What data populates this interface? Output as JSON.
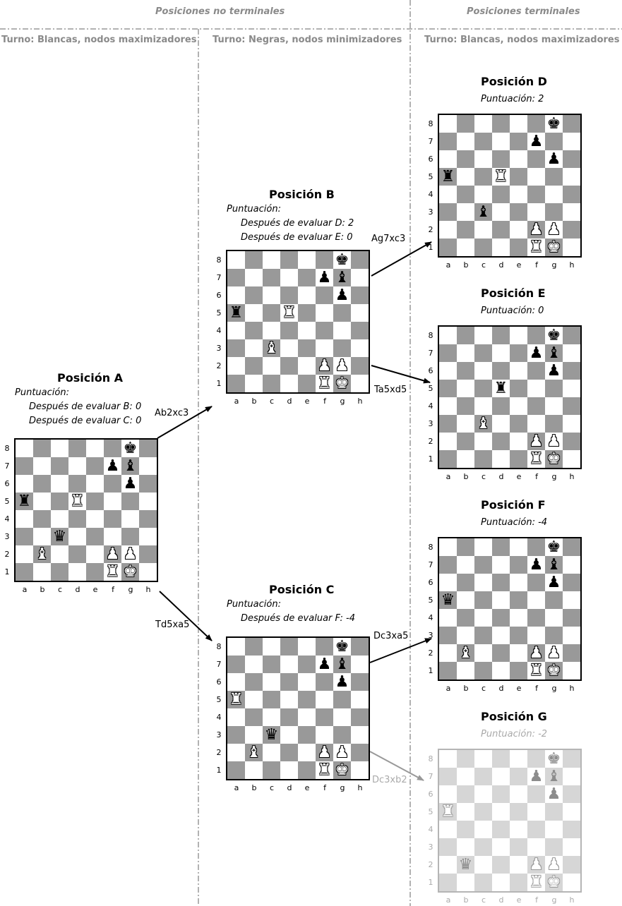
{
  "headers": {
    "non_terminal": "Posiciones no terminales",
    "terminal": "Posiciones terminales"
  },
  "turns": {
    "col1": "Turno: Blancas, nodos maximizadores",
    "col2": "Turno: Negras, nodos minimizadores",
    "col3": "Turno: Blancas, nodos maximizadores"
  },
  "files": [
    "a",
    "b",
    "c",
    "d",
    "e",
    "f",
    "g",
    "h"
  ],
  "ranks": [
    "8",
    "7",
    "6",
    "5",
    "4",
    "3",
    "2",
    "1"
  ],
  "colors": {
    "dark_square": "#999999",
    "light_square": "#ffffff",
    "faded_dark_square": "#d6d6d6",
    "arrow": "#000000",
    "faded_arrow": "#999999"
  },
  "positions": {
    "A": {
      "title": "Posición A",
      "score_label": "Puntuación:",
      "score_lines": [
        "Después de evaluar B: 0",
        "Después de evaluar C: 0"
      ],
      "pieces": [
        {
          "sq": "g8",
          "p": "bk"
        },
        {
          "sq": "f7",
          "p": "bp"
        },
        {
          "sq": "g7",
          "p": "bb"
        },
        {
          "sq": "g6",
          "p": "bp"
        },
        {
          "sq": "a5",
          "p": "br"
        },
        {
          "sq": "d5",
          "p": "wr"
        },
        {
          "sq": "c3",
          "p": "bq"
        },
        {
          "sq": "b2",
          "p": "wb"
        },
        {
          "sq": "f2",
          "p": "wp"
        },
        {
          "sq": "g2",
          "p": "wp"
        },
        {
          "sq": "f1",
          "p": "wr"
        },
        {
          "sq": "g1",
          "p": "wk"
        }
      ]
    },
    "B": {
      "title": "Posición B",
      "score_label": "Puntuación:",
      "score_lines": [
        "Después de evaluar D: 2",
        "Después de evaluar E: 0"
      ],
      "pieces": [
        {
          "sq": "g8",
          "p": "bk"
        },
        {
          "sq": "f7",
          "p": "bp"
        },
        {
          "sq": "g7",
          "p": "bb"
        },
        {
          "sq": "g6",
          "p": "bp"
        },
        {
          "sq": "a5",
          "p": "br"
        },
        {
          "sq": "d5",
          "p": "wr"
        },
        {
          "sq": "c3",
          "p": "wb"
        },
        {
          "sq": "f2",
          "p": "wp"
        },
        {
          "sq": "g2",
          "p": "wp"
        },
        {
          "sq": "f1",
          "p": "wr"
        },
        {
          "sq": "g1",
          "p": "wk"
        }
      ]
    },
    "C": {
      "title": "Posición C",
      "score_label": "Puntuación:",
      "score_lines": [
        "Después de evaluar F: -4"
      ],
      "pieces": [
        {
          "sq": "g8",
          "p": "bk"
        },
        {
          "sq": "f7",
          "p": "bp"
        },
        {
          "sq": "g7",
          "p": "bb"
        },
        {
          "sq": "g6",
          "p": "bp"
        },
        {
          "sq": "a5",
          "p": "wr"
        },
        {
          "sq": "c3",
          "p": "bq"
        },
        {
          "sq": "b2",
          "p": "wb"
        },
        {
          "sq": "f2",
          "p": "wp"
        },
        {
          "sq": "g2",
          "p": "wp"
        },
        {
          "sq": "f1",
          "p": "wr"
        },
        {
          "sq": "g1",
          "p": "wk"
        }
      ]
    },
    "D": {
      "title": "Posición D",
      "score": "Puntuación: 2",
      "pieces": [
        {
          "sq": "g8",
          "p": "bk"
        },
        {
          "sq": "f7",
          "p": "bp"
        },
        {
          "sq": "g6",
          "p": "bp"
        },
        {
          "sq": "a5",
          "p": "br"
        },
        {
          "sq": "d5",
          "p": "wr"
        },
        {
          "sq": "c3",
          "p": "bb"
        },
        {
          "sq": "f2",
          "p": "wp"
        },
        {
          "sq": "g2",
          "p": "wp"
        },
        {
          "sq": "f1",
          "p": "wr"
        },
        {
          "sq": "g1",
          "p": "wk"
        }
      ]
    },
    "E": {
      "title": "Posición E",
      "score": "Puntuación: 0",
      "pieces": [
        {
          "sq": "g8",
          "p": "bk"
        },
        {
          "sq": "f7",
          "p": "bp"
        },
        {
          "sq": "g7",
          "p": "bb"
        },
        {
          "sq": "g6",
          "p": "bp"
        },
        {
          "sq": "d5",
          "p": "br"
        },
        {
          "sq": "c3",
          "p": "wb"
        },
        {
          "sq": "f2",
          "p": "wp"
        },
        {
          "sq": "g2",
          "p": "wp"
        },
        {
          "sq": "f1",
          "p": "wr"
        },
        {
          "sq": "g1",
          "p": "wk"
        }
      ]
    },
    "F": {
      "title": "Posición F",
      "score": "Puntuación: -4",
      "pieces": [
        {
          "sq": "g8",
          "p": "bk"
        },
        {
          "sq": "f7",
          "p": "bp"
        },
        {
          "sq": "g7",
          "p": "bb"
        },
        {
          "sq": "g6",
          "p": "bp"
        },
        {
          "sq": "a5",
          "p": "bq"
        },
        {
          "sq": "b2",
          "p": "wb"
        },
        {
          "sq": "f2",
          "p": "wp"
        },
        {
          "sq": "g2",
          "p": "wp"
        },
        {
          "sq": "f1",
          "p": "wr"
        },
        {
          "sq": "g1",
          "p": "wk"
        }
      ]
    },
    "G": {
      "title": "Posición G",
      "score": "Puntuación: -2",
      "pieces": [
        {
          "sq": "g8",
          "p": "bk"
        },
        {
          "sq": "f7",
          "p": "bp"
        },
        {
          "sq": "g7",
          "p": "bb"
        },
        {
          "sq": "g6",
          "p": "bp"
        },
        {
          "sq": "a5",
          "p": "wr"
        },
        {
          "sq": "b2",
          "p": "bq"
        },
        {
          "sq": "f2",
          "p": "wp"
        },
        {
          "sq": "g2",
          "p": "wp"
        },
        {
          "sq": "f1",
          "p": "wr"
        },
        {
          "sq": "g1",
          "p": "wk"
        }
      ]
    }
  },
  "moves": {
    "ab": "Ab2xc3",
    "ac": "Td5xa5",
    "bd": "Ag7xc3",
    "be": "Ta5xd5",
    "cf": "Dc3xa5",
    "cg": "Dc3xb2"
  }
}
